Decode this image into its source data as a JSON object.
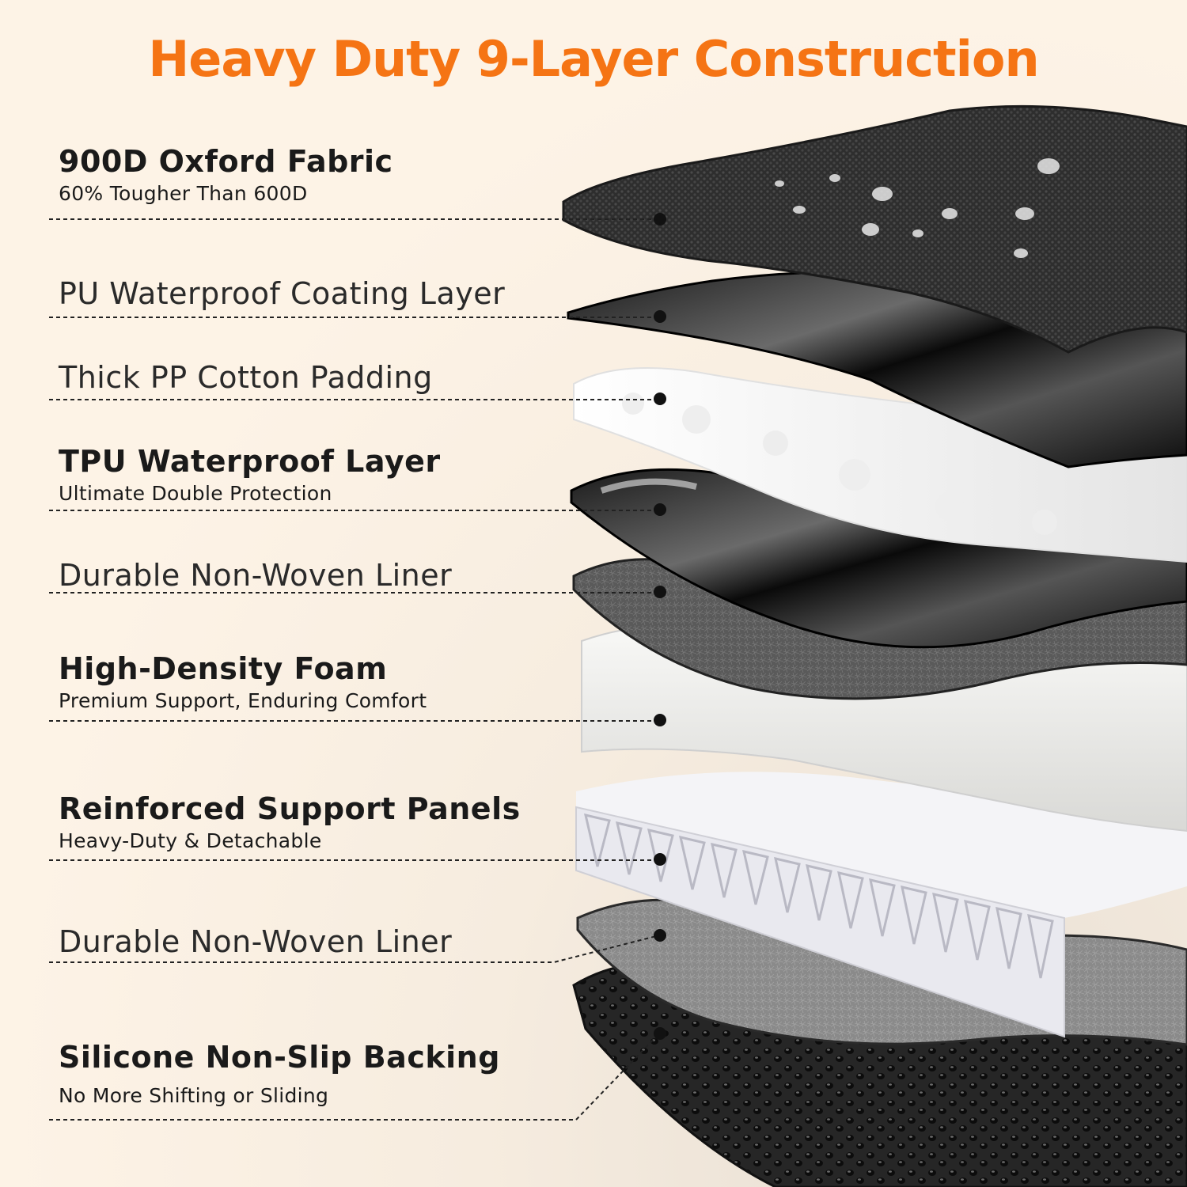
{
  "title": "Heavy Duty 9-Layer Construction",
  "colors": {
    "title": "#f57414",
    "background": "#fdf3e6",
    "text": "#1a1a1a"
  },
  "layers": [
    {
      "name": "900D Oxford Fabric",
      "sub": "60% Tougher Than 600D"
    },
    {
      "name": "PU Waterproof Coating Layer",
      "sub": ""
    },
    {
      "name": "Thick PP Cotton Padding",
      "sub": ""
    },
    {
      "name": "TPU Waterproof Layer",
      "sub": "Ultimate Double Protection"
    },
    {
      "name": "Durable Non-Woven Liner",
      "sub": ""
    },
    {
      "name": "High-Density Foam",
      "sub": "Premium Support, Enduring Comfort"
    },
    {
      "name": "Reinforced Support Panels",
      "sub": "Heavy-Duty & Detachable"
    },
    {
      "name": "Durable Non-Woven Liner",
      "sub": ""
    },
    {
      "name": "Silicone Non-Slip Backing",
      "sub": "No More Shifting or Sliding"
    }
  ]
}
